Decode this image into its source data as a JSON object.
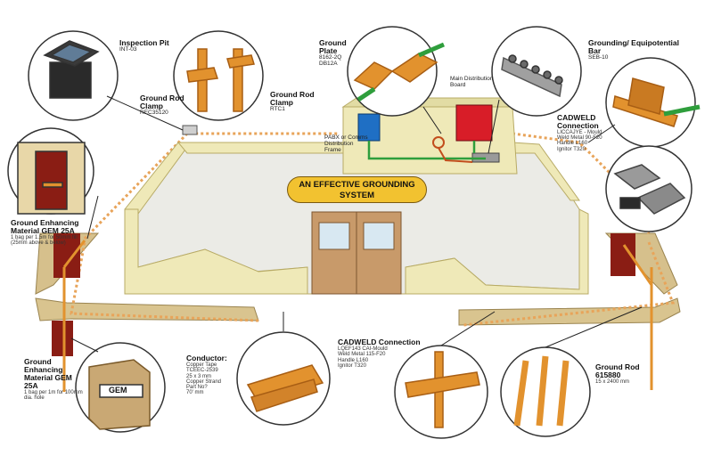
{
  "diagram": {
    "title": "AN EFFECTIVE GROUNDING SYSTEM",
    "labels": {
      "inspection_pit": {
        "title": "Inspection Pit",
        "code": "INT-03"
      },
      "ground_rod_clamp": {
        "title": "Ground Rod Clamp",
        "code": "REC35120"
      },
      "ground_rod_clamp_2": {
        "title": "Ground Rod Clamp",
        "code": "RTC1"
      },
      "ground_plate": {
        "title": "Ground Plate",
        "code": "8162-2Q\nDB12A"
      },
      "main_distribution_board": {
        "title": "Main Distribution Board"
      },
      "pabx": {
        "title": "PABX or Comms Distribution Frame"
      },
      "grounding_bar": {
        "title": "Grounding/ Equipotential Bar",
        "code": "SEB-10"
      },
      "cadweld_top": {
        "title": "CADWELD Connection",
        "lines": [
          "LICCAJYE - Mould",
          "Weld Metal 90-F20",
          "Handle          L160",
          "Ignitor          T320"
        ]
      },
      "gem_top": {
        "title": "Ground Enhancing Material GEM 25A",
        "note": "1 bag per 1.5m for 50mm fill (25mm above & below)"
      },
      "gem_bottom": {
        "title": "Ground Enhancing Material GEM 25A",
        "note": "1 bag per 1m for 100mm dia. hole"
      },
      "conductor": {
        "title": "Conductor:",
        "lines": [
          "Copper Tape",
          "TCEEC-2539",
          "25 x 3 mm",
          "Copper Strand",
          "Part No?",
          "70' mm"
        ]
      },
      "cadweld_bottom": {
        "title": "CADWELD Connection",
        "lines": [
          "LQEF143    CAI-Mould",
          "Weld Metal  115-F20",
          "Handle         L160",
          "Ignitor         T320"
        ]
      },
      "ground_rod": {
        "title": "Ground Rod",
        "code": "615880",
        "size": "15 x 2400 mm"
      },
      "gem_bag_text": "GEM"
    }
  },
  "colors": {
    "wall": "#efe9b8",
    "wall_edge": "#b8ab66",
    "floor": "#ebebe6",
    "copper": "#e2922e",
    "copper_dark": "#a85e14",
    "dotted_conductor": "#e8a45a",
    "blue_box": "#1f6fc4",
    "red_box": "#d81d28",
    "banner": "#f2c230"
  }
}
